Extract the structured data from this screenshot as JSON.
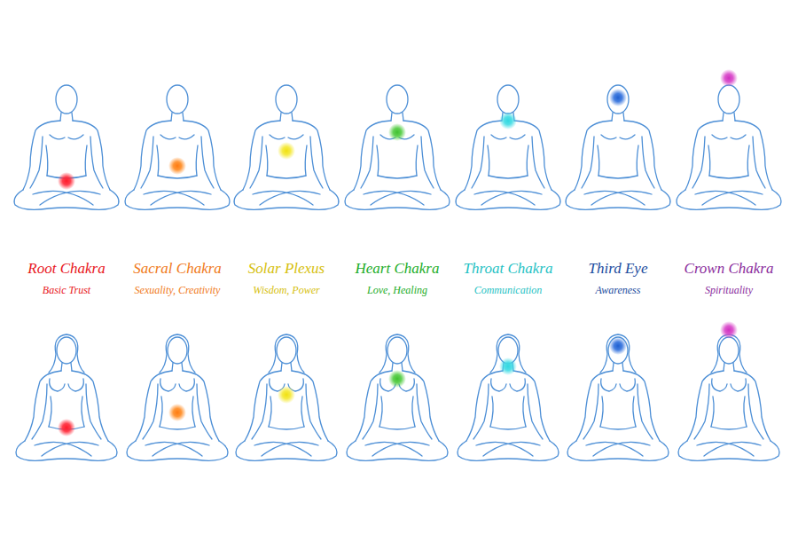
{
  "diagram": {
    "labels": [
      "Root Chakra",
      "Basic Trust",
      "Sacral Chakra",
      "Sexuality, Creativity",
      "Solar Plexus",
      "Wisdom, Power",
      "Heart Chakra",
      "Love, Healing",
      "Throat Chakra",
      "Communication",
      "Third Eye",
      "Awareness",
      "Crown Chakra",
      "Spirituality"
    ]
  }
}
